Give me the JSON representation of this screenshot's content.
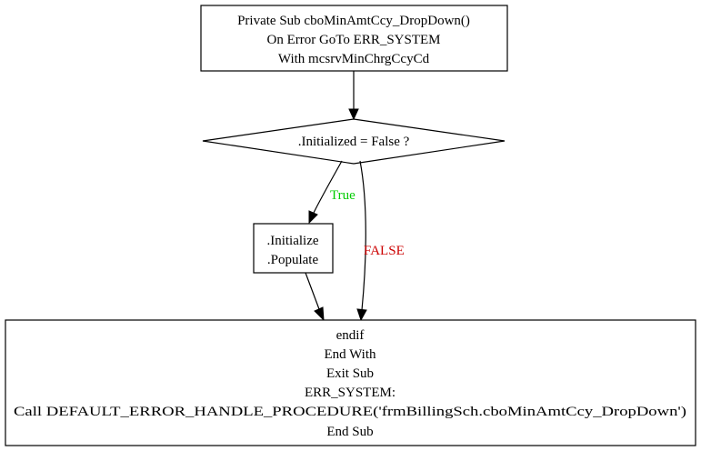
{
  "nodes": {
    "start": {
      "lines": [
        "Private Sub cboMinAmtCcy_DropDown()",
        "On Error GoTo ERR_SYSTEM",
        "With mcsrvMinChrgCcyCd"
      ]
    },
    "decision": {
      "lines": [
        ".Initialized = False ?"
      ]
    },
    "init": {
      "lines": [
        ".Initialize",
        ".Populate"
      ]
    },
    "end": {
      "lines": [
        "endif",
        "End With",
        "Exit Sub",
        "ERR_SYSTEM:",
        "Call DEFAULT_ERROR_HANDLE_PROCEDURE('frmBillingSch.cboMinAmtCcy_DropDown')",
        "End Sub"
      ]
    }
  },
  "edges": {
    "true_label": "True",
    "false_label": "FALSE"
  },
  "colors": {
    "true_label": "#00cc00",
    "false_label": "#cc0000",
    "stroke": "#000000"
  }
}
